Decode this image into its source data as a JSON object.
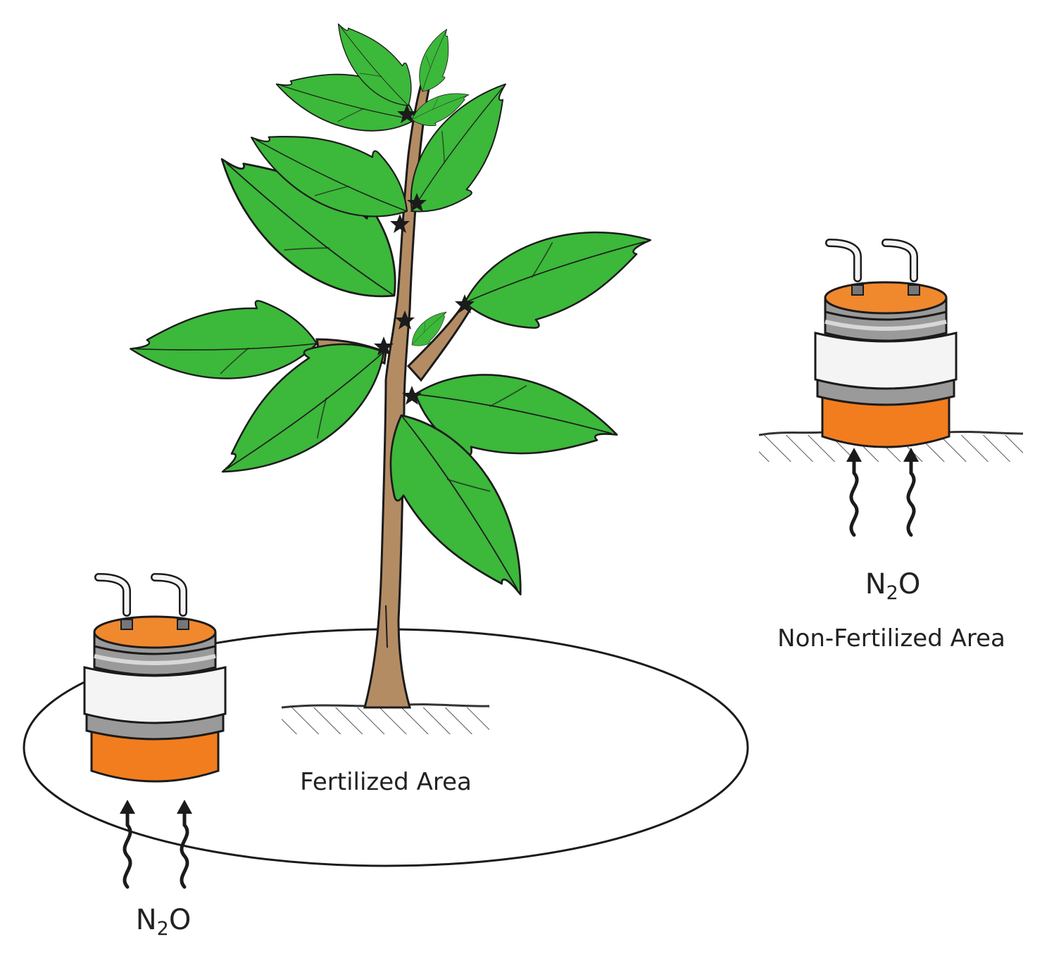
{
  "labels": {
    "fertilized_area": "Fertilized Area",
    "non_fertilized_area": "Non-Fertilized Area",
    "gas_left_main": "N",
    "gas_left_sub": "2",
    "gas_left_tail": "O",
    "gas_right_main": "N",
    "gas_right_sub": "2",
    "gas_right_tail": "O"
  },
  "colors": {
    "leaf": "#3cb83a",
    "leaf_dark": "#1f7d1f",
    "stem": "#b48c64",
    "chamber_lid": "#f0882e",
    "chamber_base": "#f27d1e",
    "chamber_band": "#9a9a9a",
    "chamber_body": "#f4f4f4",
    "outline": "#1b1b1b"
  },
  "icons": {
    "chamber": "gas-sampling-chamber-icon",
    "flux": "wavy-up-arrow-icon",
    "node": "leaf-node-star-icon"
  }
}
